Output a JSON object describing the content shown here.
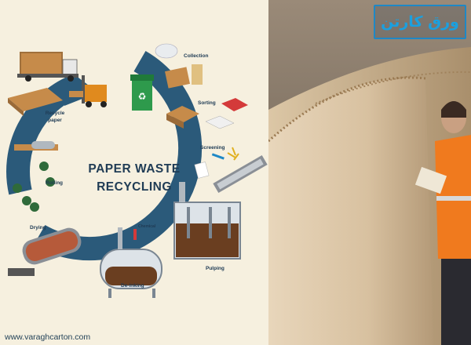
{
  "diagram": {
    "title_line1": "PAPER WASTE",
    "title_line2": "RECYCLING",
    "steps": {
      "collection": "Collection",
      "sorting": "Sorting",
      "screening": "Screening",
      "pulping": "Pulping",
      "deinking": "De-inking",
      "drying": "Drying",
      "rolling": "Rolling",
      "recycle_paper_l1": "Recycle",
      "recycle_paper_l2": "paper",
      "chemical": "Chemical"
    },
    "colors": {
      "loop": "#2b5a7a",
      "title": "#203c55",
      "background": "#f6f0df"
    }
  },
  "footer": {
    "website": "www.varaghcarton.com"
  },
  "photo": {
    "logo_text": "ورق کارتن"
  }
}
